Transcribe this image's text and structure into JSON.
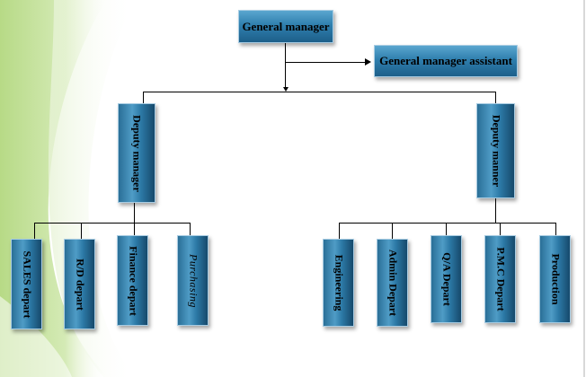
{
  "chart": {
    "root": {
      "label": "General manager"
    },
    "assistant": {
      "label": "General manager assistant"
    },
    "deputies": [
      {
        "label": "Deputy manager"
      },
      {
        "label": "Deputy manner"
      }
    ],
    "left_departments": [
      {
        "label": "SALES depart"
      },
      {
        "label": "R/D depart"
      },
      {
        "label": "Finance  depart"
      },
      {
        "label": "Purchasing"
      }
    ],
    "right_departments": [
      {
        "label": "Engineering"
      },
      {
        "label": "Admin  Depart"
      },
      {
        "label": "Q/A Depart"
      },
      {
        "label": "P.M.C Depart"
      },
      {
        "label": "Production"
      }
    ]
  },
  "colors": {
    "box_light": "#4f9cc6",
    "box_dark": "#16496b",
    "connector": "#000000",
    "background_green": "#c8e3a0"
  }
}
